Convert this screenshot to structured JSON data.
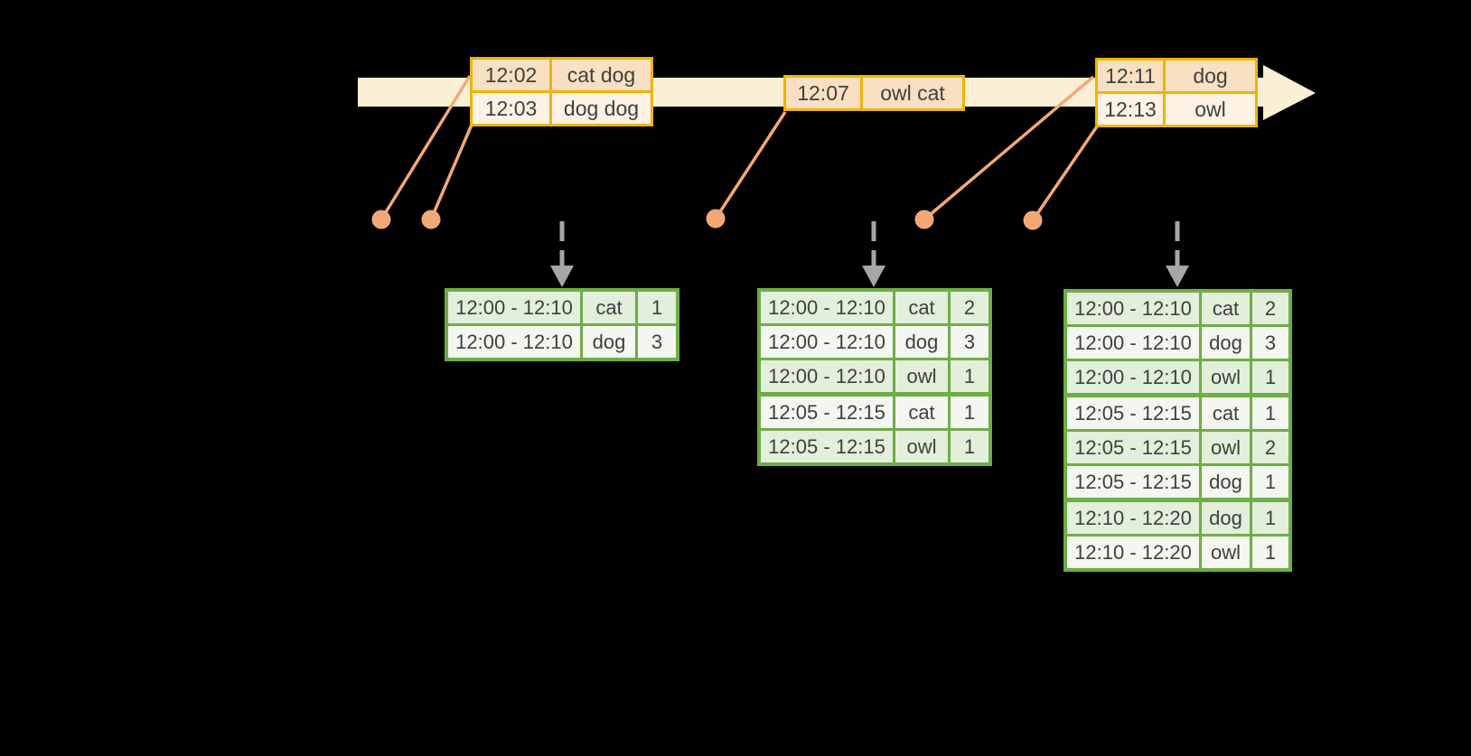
{
  "diagram": {
    "kind": "streaming-windowed-aggregation-diagram",
    "background_color": "#000000",
    "timeline": {
      "shape": "right-arrow",
      "fill_color": "#fbf0d5"
    },
    "event_tables": [
      {
        "rows": [
          {
            "time": "12:02",
            "words": "cat dog"
          },
          {
            "time": "12:03",
            "words": "dog dog"
          }
        ]
      },
      {
        "rows": [
          {
            "time": "12:07",
            "words": "owl cat"
          }
        ]
      },
      {
        "rows": [
          {
            "time": "12:11",
            "words": "dog"
          },
          {
            "time": "12:13",
            "words": "owl"
          }
        ]
      }
    ],
    "event_markers": {
      "dot_color": "#f2a876",
      "line_color": "#f2a876",
      "count": 5
    },
    "trigger_arrows": {
      "color": "#a6a6a6",
      "style": "dashed",
      "count": 3
    },
    "result_tables": [
      {
        "rows": [
          {
            "window": "12:00 - 12:10",
            "word": "cat",
            "count": "1"
          },
          {
            "window": "12:00 - 12:10",
            "word": "dog",
            "count": "3"
          }
        ]
      },
      {
        "rows": [
          {
            "window": "12:00 - 12:10",
            "word": "cat",
            "count": "2"
          },
          {
            "window": "12:00 - 12:10",
            "word": "dog",
            "count": "3"
          },
          {
            "window": "12:00 - 12:10",
            "word": "owl",
            "count": "1"
          },
          {
            "window": "12:05 - 12:15",
            "word": "cat",
            "count": "1"
          },
          {
            "window": "12:05 - 12:15",
            "word": "owl",
            "count": "1"
          }
        ]
      },
      {
        "rows": [
          {
            "window": "12:00 - 12:10",
            "word": "cat",
            "count": "2"
          },
          {
            "window": "12:00 - 12:10",
            "word": "dog",
            "count": "3"
          },
          {
            "window": "12:00 - 12:10",
            "word": "owl",
            "count": "1"
          },
          {
            "window": "12:05 - 12:15",
            "word": "cat",
            "count": "1"
          },
          {
            "window": "12:05 - 12:15",
            "word": "owl",
            "count": "2"
          },
          {
            "window": "12:05 - 12:15",
            "word": "dog",
            "count": "1"
          },
          {
            "window": "12:10 - 12:20",
            "word": "dog",
            "count": "1"
          },
          {
            "window": "12:10 - 12:20",
            "word": "owl",
            "count": "1"
          }
        ]
      }
    ],
    "colors": {
      "orange_table_border": "#f0b400",
      "orange_row_fill_dark": "#f9e0c2",
      "orange_row_fill_light": "#fdf2e3",
      "green_table_border": "#6fad47",
      "green_row_fill_dark": "#e2efda",
      "green_row_fill_light": "#f3f7f0",
      "timeline_fill": "#fbf0d5",
      "marker_salmon": "#f2a876",
      "arrow_gray": "#a6a6a6",
      "cell_text": "#3f3f3f"
    }
  }
}
